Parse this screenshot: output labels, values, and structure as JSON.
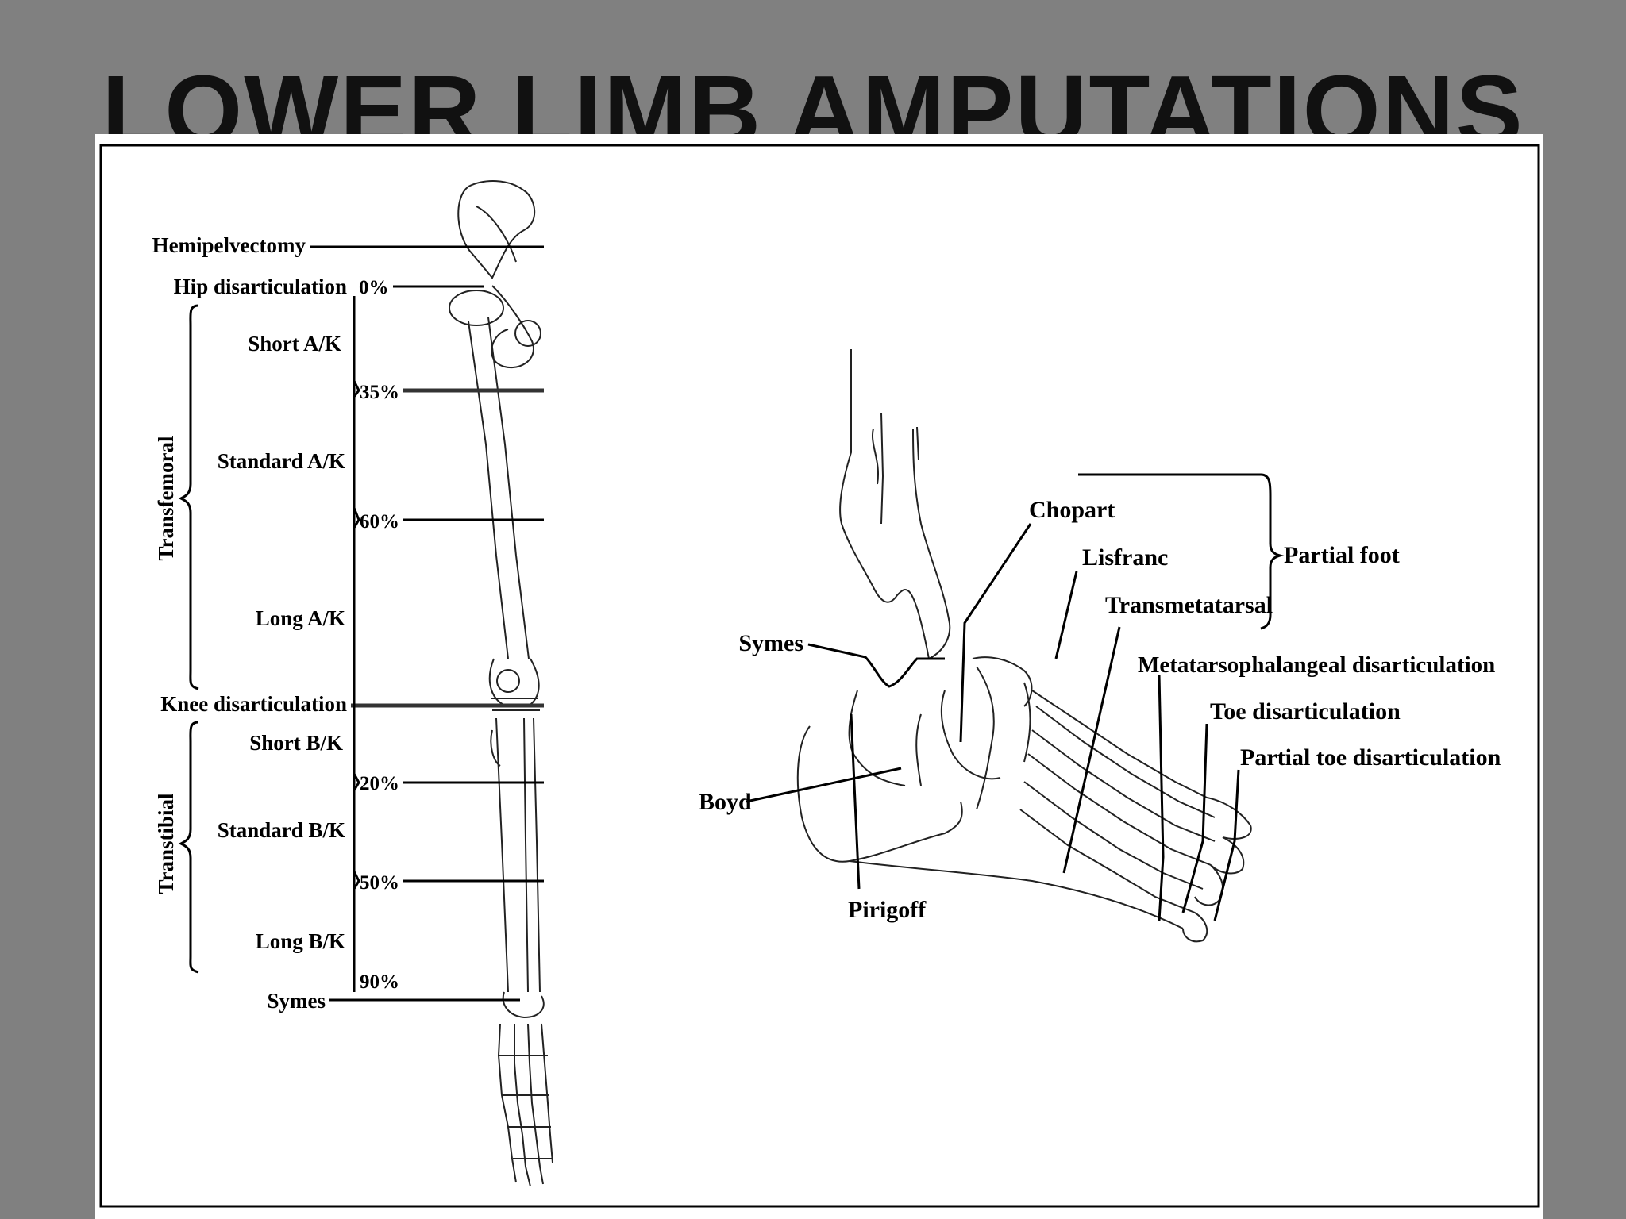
{
  "title": "LOWER LIMB AMPUTATIONS",
  "left_figure": {
    "levels": {
      "hemipelvectomy": "Hemipelvectomy",
      "hip_disarticulation": "Hip disarticulation",
      "short_ak": "Short A/K",
      "standard_ak": "Standard A/K",
      "long_ak": "Long A/K",
      "knee_disarticulation": "Knee disarticulation",
      "short_bk": "Short B/K",
      "standard_bk": "Standard B/K",
      "long_bk": "Long B/K",
      "symes": "Symes"
    },
    "percentages": {
      "p0": "0%",
      "p35": "35%",
      "p60": "60%",
      "p20": "20%",
      "p50": "50%",
      "p90": "90%"
    },
    "groups": {
      "transfemoral": "Transfemoral",
      "transtibial": "Transtibial"
    }
  },
  "right_figure": {
    "labels": {
      "chopart": "Chopart",
      "lisfranc": "Lisfranc",
      "transmetatarsal": "Transmetatarsal",
      "partial_foot": "Partial foot",
      "symes": "Symes",
      "metatarsophalangeal": "Metatarsophalangeal disarticulation",
      "toe_disarticulation": "Toe disarticulation",
      "partial_toe": "Partial toe disarticulation",
      "boyd": "Boyd",
      "pirigoff": "Pirigoff"
    }
  }
}
